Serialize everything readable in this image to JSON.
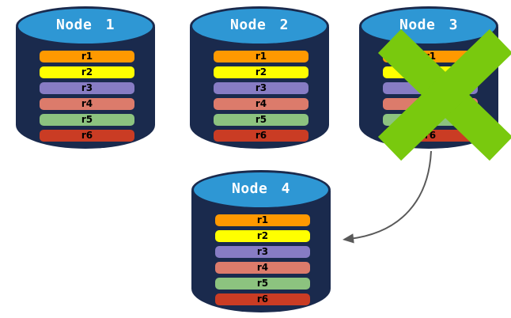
{
  "canvas": {
    "background": "#FFFFFF"
  },
  "colors": {
    "cylinder_body": "#1A2A4D",
    "cylinder_top": "#2E97D4",
    "title_text": "#FFFFFF",
    "row_text": "#000000",
    "cross": "#79C90E",
    "arrow": "#595959"
  },
  "nodes": [
    {
      "label": "Node 1",
      "crossed_out": false,
      "rows": [
        {
          "label": "r1",
          "color": "#FF9900"
        },
        {
          "label": "r2",
          "color": "#FFFF00"
        },
        {
          "label": "r3",
          "color": "#877CC4"
        },
        {
          "label": "r4",
          "color": "#DC7B6B"
        },
        {
          "label": "r5",
          "color": "#8CC37F"
        },
        {
          "label": "r6",
          "color": "#CA3C24"
        }
      ]
    },
    {
      "label": "Node 2",
      "crossed_out": false,
      "rows": [
        {
          "label": "r1",
          "color": "#FF9900"
        },
        {
          "label": "r2",
          "color": "#FFFF00"
        },
        {
          "label": "r3",
          "color": "#877CC4"
        },
        {
          "label": "r4",
          "color": "#DC7B6B"
        },
        {
          "label": "r5",
          "color": "#8CC37F"
        },
        {
          "label": "r6",
          "color": "#CA3C24"
        }
      ]
    },
    {
      "label": "Node 3",
      "crossed_out": true,
      "rows": [
        {
          "label": "r1",
          "color": "#FF9900"
        },
        {
          "label": "r2",
          "color": "#FFFF00"
        },
        {
          "label": "r3",
          "color": "#877CC4"
        },
        {
          "label": "r4",
          "color": "#DC7B6B"
        },
        {
          "label": "r5",
          "color": "#8CC37F"
        },
        {
          "label": "r6",
          "color": "#CA3C24"
        }
      ]
    },
    {
      "label": "Node 4",
      "crossed_out": false,
      "rows": [
        {
          "label": "r1",
          "color": "#FF9900"
        },
        {
          "label": "r2",
          "color": "#FFFF00"
        },
        {
          "label": "r3",
          "color": "#877CC4"
        },
        {
          "label": "r4",
          "color": "#DC7B6B"
        },
        {
          "label": "r5",
          "color": "#8CC37F"
        },
        {
          "label": "r6",
          "color": "#CA3C24"
        }
      ]
    }
  ],
  "arrow": {
    "from_node": "Node 3",
    "to_node": "Node 4"
  }
}
